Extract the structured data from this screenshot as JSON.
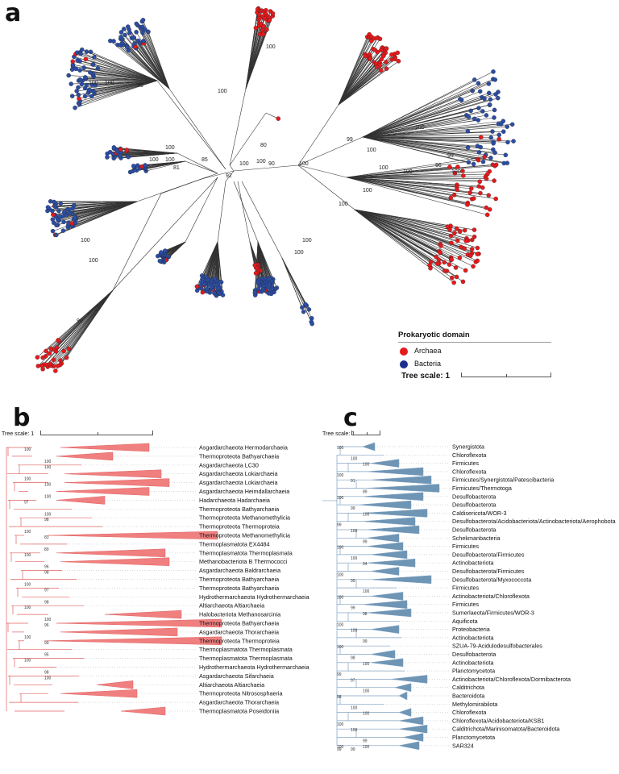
{
  "panels": {
    "a": {
      "letter": "a"
    },
    "b": {
      "letter": "b"
    },
    "c": {
      "letter": "c"
    }
  },
  "legend": {
    "title": "Prokaryotic domain",
    "items": [
      {
        "label": "Archaea",
        "color": "#e41a1c"
      },
      {
        "label": "Bacteria",
        "color": "#2b4da3"
      }
    ]
  },
  "scales": {
    "a": "Tree scale: 1",
    "b": "Tree scale: 1",
    "c": "Tree scale: 1"
  },
  "colors": {
    "archaea": "#e41a1c",
    "bacteria": "#2b4da3",
    "clade_b_fill": "#f08080",
    "clade_b_line": "#e06060",
    "clade_c_fill": "#6f95b5",
    "clade_c_line": "#7fa0c0"
  },
  "tree_a": {
    "bootstrap_labels": [
      "100",
      "100",
      "100",
      "92",
      "90",
      "100",
      "80",
      "100",
      "100",
      "100",
      "100",
      "100",
      "100",
      "100",
      "96",
      "99",
      "99",
      "99",
      "100",
      "100",
      "100",
      "100",
      "100",
      "100",
      "85",
      "81",
      "100",
      "100",
      "100",
      "100",
      "90"
    ]
  },
  "tree_b": {
    "taxa": [
      "Asgardarchaeota Hermodarchaeia",
      "Thermoproteota Bathyarchaeia",
      "Asgardarchaeota LC30",
      "Asgardarchaeota Lokiarchaeia",
      "Asgardarchaeota Lokiarchaeia",
      "Asgardarchaeota Heimdallarchaeia",
      "Hadarchaeota Hadarchaeia",
      "Thermoproteota Bathyarchaeia",
      "Thermoproteota Methanomethylicia",
      "Thermoproteota Thermoproteia",
      "Thermoproteota Methanomethylicia",
      "Thermoplasmatota EX4484",
      "Thermoplasmatota Thermoplasmata",
      "Methanobacteriota B Thermococci",
      "Asgardarchaeota Baldrarchaeia",
      "Thermoproteota Bathyarchaeia",
      "Thermoproteota Bathyarchaeia",
      "Hydrothermarchaeota Hydrothermarchaeia",
      "Altiarchaeota Altiarchaeia",
      "Halobacteriota Methanosarcinia",
      "Thermoproteota Bathyarchaeia",
      "Asgardarchaeota Thorarchaeia",
      "Thermoproteota Thermoproteia",
      "Thermoplasmatota Thermoplasmata",
      "Thermoplasmatota Thermoplasmata",
      "Hydrothermarchaeota Hydrothermarchaeia",
      "Asgardarchaeota Sifarchaeia",
      "Altiarchaeota Altiarchaeia",
      "Thermoproteota Nitrososphaeria",
      "Asgardarchaeota Thorarchaeia",
      "Thermoplasmatota Poseidoniia"
    ],
    "node_labels": [
      "100",
      "100",
      "100",
      "100",
      "100",
      "100",
      "97",
      "100",
      "98",
      "100",
      "83",
      "80",
      "100",
      "96",
      "98",
      "100",
      "97",
      "98",
      "100",
      "100",
      "96",
      "100",
      "99",
      "95",
      "100",
      "98",
      "100"
    ]
  },
  "tree_c": {
    "taxa": [
      "Synergistota",
      "Chloroflexota",
      "Firmicutes",
      "Chloroflexota",
      "Firmicutes/Synergistota/Patescibacteria",
      "Firmicutes/Thermotoga",
      "Desulfobacterota",
      "Desulfobacterota",
      "Caldisericota/WOR-3",
      "Desulfobacterota/Acidobacteriota/Actinobacteriota/Aerophobota",
      "Desulfobacterota",
      "Schekmanbacteria",
      "Firmicutes",
      "Desulfobacterota/Firmicutes",
      "Actinobacteriota",
      "Desulfobacterota/Firmicutes",
      "Desulfobacterota/Myxococcota",
      "Firmicutes",
      "Actinobacteriota/Chloroflexota",
      "Firmicutes",
      "Sumerlaeota/Firmicutes/WOR-3",
      "Aquificota",
      "Proteobacteria",
      "Actinobacteriota",
      "SZUA-79-Acidulodesulfobacterales",
      "Desulfobacterota",
      "Actinobacteriota",
      "Planctomycetota",
      "Actinobacteriota/Chloroflexota/Dormibacterota",
      "Calditrichota",
      "Bacteroidota",
      "Methylomirabilota",
      "Chloroflexota",
      "Chloroflexota/Acidobacteriota/KSB1",
      "Calditrichota/Marinisomatota/Bacteroidota",
      "Planctomycetota",
      "SAR324"
    ],
    "node_labels": [
      "100",
      "100",
      "100",
      "100",
      "91",
      "89",
      "100",
      "99",
      "100",
      "99",
      "100",
      "99",
      "100",
      "100",
      "94",
      "100",
      "99",
      "100",
      "100",
      "99",
      "98",
      "100",
      "100",
      "99",
      "100",
      "98",
      "100",
      "99",
      "97",
      "100",
      "98",
      "100",
      "100",
      "100",
      "100",
      "99",
      "100",
      "99",
      "100",
      "99"
    ]
  }
}
